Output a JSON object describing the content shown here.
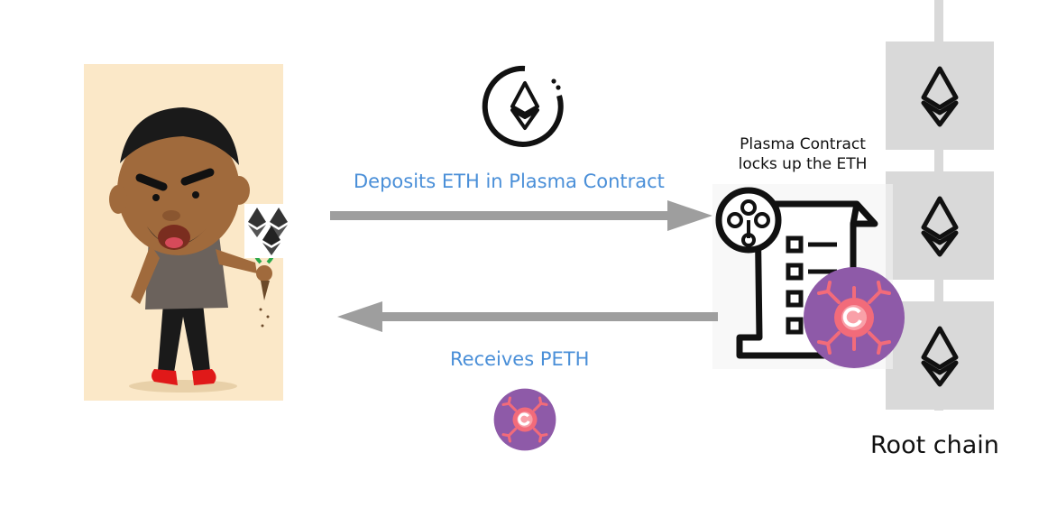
{
  "labels": {
    "deposit": "Deposits ETH in Plasma Contract",
    "contract_line1": "Plasma Contract",
    "contract_line2": "locks up the ETH",
    "receive": "Receives PETH",
    "root_chain": "Root chain"
  },
  "colors": {
    "label_blue": "#4a8fd8",
    "arrow_gray": "#9e9e9e",
    "block_gray": "#d9d9d9",
    "peth_purple": "#8e5aa8",
    "peth_pink": "#f26b7a",
    "card_bg": "#fbe8c8"
  },
  "icons": {
    "user": "cartoon-user-holding-eth",
    "eth": "ethereum-logo-icon",
    "contract": "plasma-contract-scroll-icon",
    "peth": "peth-token-icon"
  }
}
